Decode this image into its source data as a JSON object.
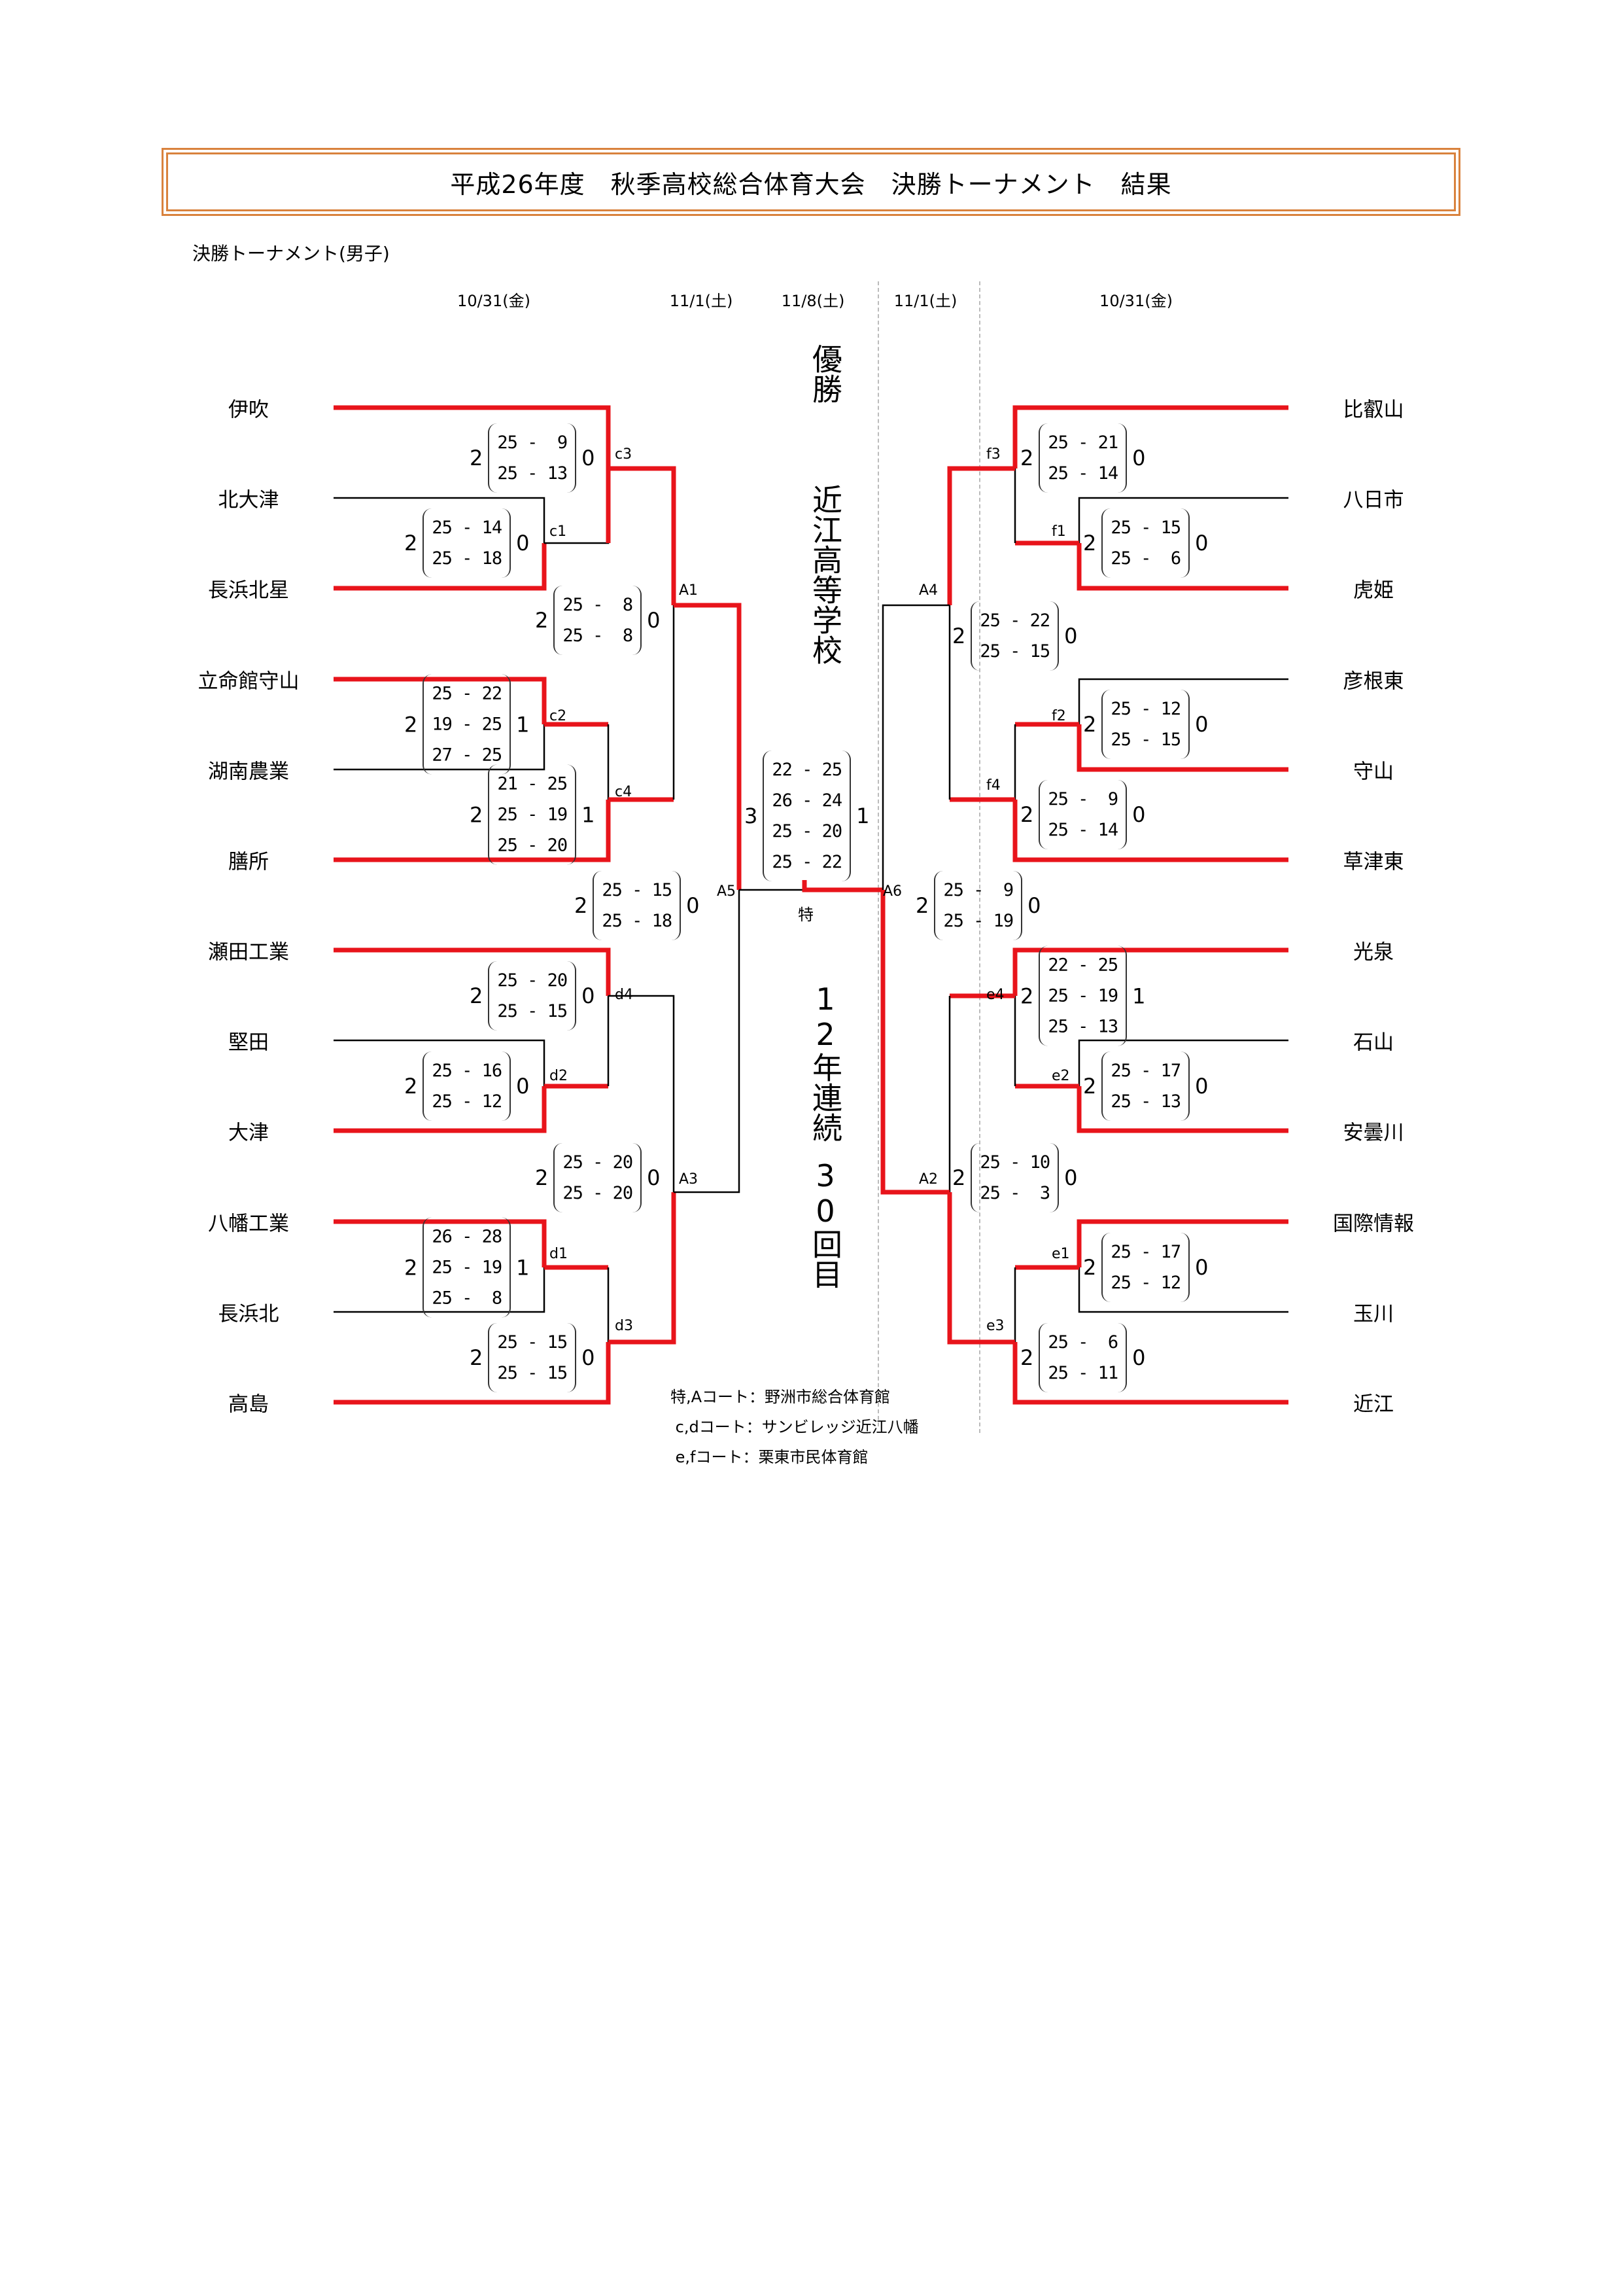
{
  "header": {
    "title": "平成26年度　秋季高校総合体育大会　決勝トーナメント　結果",
    "subtitle": "決勝トーナメント(男子)"
  },
  "dates": {
    "left_round1": "10/31(金)",
    "left_round2": "11/1(土)",
    "final": "11/8(土)",
    "right_round2": "11/1(土)",
    "right_round1": "10/31(金)"
  },
  "champion": {
    "label": "優勝",
    "name": "近江高等学校",
    "streak": "12年連続",
    "count": "30回目"
  },
  "colors": {
    "winner_line": "#e8141b",
    "title_border": "#d9823d"
  },
  "left_teams": [
    "伊吹",
    "北大津",
    "長浜北星",
    "立命館守山",
    "湖南農業",
    "膳所",
    "瀬田工業",
    "堅田",
    "大津",
    "八幡工業",
    "長浜北",
    "高島"
  ],
  "right_teams": [
    "比叡山",
    "八日市",
    "虎姫",
    "彦根東",
    "守山",
    "草津東",
    "光泉",
    "石山",
    "安曇川",
    "国際情報",
    "玉川",
    "近江"
  ],
  "matches": {
    "c1": {
      "label": "c1",
      "win": "2",
      "lose": "0",
      "sets": [
        "25 - 14",
        "25 - 18"
      ]
    },
    "c3": {
      "label": "c3",
      "win": "2",
      "lose": "0",
      "sets": [
        "25 -  9",
        "25 - 13"
      ]
    },
    "c2": {
      "label": "c2",
      "win": "2",
      "lose": "1",
      "sets": [
        "25 - 22",
        "19 - 25",
        "27 - 25"
      ]
    },
    "c4": {
      "label": "c4",
      "win": "2",
      "lose": "1",
      "sets": [
        "21 - 25",
        "25 - 19",
        "25 - 20"
      ]
    },
    "A1": {
      "label": "A1",
      "win": "2",
      "lose": "0",
      "sets": [
        "25 -  8",
        "25 -  8"
      ]
    },
    "d2": {
      "label": "d2",
      "win": "2",
      "lose": "0",
      "sets": [
        "25 - 16",
        "25 - 12"
      ]
    },
    "d4": {
      "label": "d4",
      "win": "2",
      "lose": "0",
      "sets": [
        "25 - 20",
        "25 - 15"
      ]
    },
    "d1": {
      "label": "d1",
      "win": "2",
      "lose": "1",
      "sets": [
        "26 - 28",
        "25 - 19",
        "25 -  8"
      ]
    },
    "d3": {
      "label": "d3",
      "win": "2",
      "lose": "0",
      "sets": [
        "25 - 15",
        "25 - 15"
      ]
    },
    "A3": {
      "label": "A3",
      "win": "2",
      "lose": "0",
      "sets": [
        "25 - 20",
        "25 - 20"
      ]
    },
    "A5": {
      "label": "A5",
      "win": "2",
      "lose": "0",
      "sets": [
        "25 - 15",
        "25 - 18"
      ]
    },
    "f1": {
      "label": "f1",
      "win": "2",
      "lose": "0",
      "sets": [
        "25 - 15",
        "25 -  6"
      ]
    },
    "f3": {
      "label": "f3",
      "win": "2",
      "lose": "0",
      "sets": [
        "25 - 21",
        "25 - 14"
      ]
    },
    "f2": {
      "label": "f2",
      "win": "2",
      "lose": "0",
      "sets": [
        "25 - 12",
        "25 - 15"
      ]
    },
    "f4": {
      "label": "f4",
      "win": "2",
      "lose": "0",
      "sets": [
        "25 -  9",
        "25 - 14"
      ]
    },
    "A4": {
      "label": "A4",
      "win": "2",
      "lose": "0",
      "sets": [
        "25 - 22",
        "25 - 15"
      ]
    },
    "e4": {
      "label": "e4",
      "win": "2",
      "lose": "1",
      "sets": [
        "22 - 25",
        "25 - 19",
        "25 - 13"
      ]
    },
    "e2": {
      "label": "e2",
      "win": "2",
      "lose": "0",
      "sets": [
        "25 - 17",
        "25 - 13"
      ]
    },
    "e1": {
      "label": "e1",
      "win": "2",
      "lose": "0",
      "sets": [
        "25 - 17",
        "25 - 12"
      ]
    },
    "e3": {
      "label": "e3",
      "win": "2",
      "lose": "0",
      "sets": [
        "25 -  6",
        "25 - 11"
      ]
    },
    "A2": {
      "label": "A2",
      "win": "2",
      "lose": "0",
      "sets": [
        "25 - 10",
        "25 -  3"
      ]
    },
    "A6": {
      "label": "A6",
      "win": "2",
      "lose": "0",
      "sets": [
        "25 -  9",
        "25 - 19"
      ]
    },
    "final": {
      "label": "特",
      "win": "3",
      "lose": "1",
      "sets": [
        "22 - 25",
        "26 - 24",
        "25 - 20",
        "25 - 22"
      ]
    }
  },
  "venues": [
    "特,Aコート：野洲市総合体育館",
    " c,dコート：サンビレッジ近江八幡",
    " e,fコート：栗東市民体育館"
  ]
}
